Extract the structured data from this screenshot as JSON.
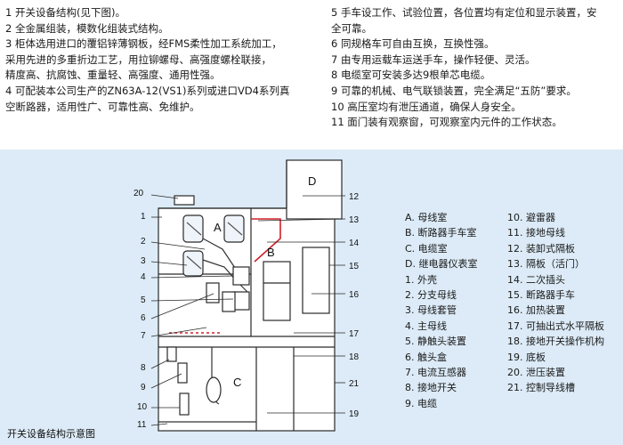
{
  "left_points": [
    "1 开关设备结构(见下图)。",
    "2 全金属组装，模数化组装式结构。",
    "3 柜体选用进口的覆铝锌薄钢板，经FMS柔性加工系统加工，",
    "采用先进的多重折边工艺，用拉铆螺母、高强度螺栓联接，",
    "精度高、抗腐蚀、重量轻、高强度、通用性强。",
    "4 可配装本公司生产的ZN63A-12(VS1)系列或进口VD4系列真",
    "空断路器，适用性广、可靠性高、免维护。"
  ],
  "right_points": [
    "5 手车设工作、试验位置，各位置均有定位和显示装置，安",
    "全可靠。",
    "6 同规格车可自由互换，互换性强。",
    "7 由专用运载车运送手车，操作轻便、灵活。",
    "8 电缆室可安装多达9根单芯电缆。",
    "9 可靠的机械、电气联锁装置，完全满足“五防”要求。",
    "10 高压室均有泄压通道，确保人身安全。",
    "11 面门装有观察窗，可观察室内元件的工作状态。"
  ],
  "legend": [
    [
      "A. 母线室",
      "10. 避雷器"
    ],
    [
      "B. 断路器手车室",
      "11. 接地母线"
    ],
    [
      "C. 电缆室",
      "12. 装卸式隔板"
    ],
    [
      "D. 继电器仪表室",
      "13. 隔板（活门）"
    ],
    [
      "1. 外壳",
      "14. 二次插头"
    ],
    [
      "2. 分支母线",
      "15. 断路器手车"
    ],
    [
      "3. 母线套管",
      "16. 加热装置"
    ],
    [
      "4. 主母线",
      "17. 可抽出式水平隔板"
    ],
    [
      "5. 静触头装置",
      "18. 接地开关操作机构"
    ],
    [
      "6. 触头盒",
      "19. 底板"
    ],
    [
      "7. 电流互感器",
      "20. 泄压装置"
    ],
    [
      "8. 接地开关",
      "21. 控制导线槽"
    ],
    [
      "9. 电缆",
      ""
    ]
  ],
  "diagram": {
    "compartments": {
      "A": "A",
      "B": "B",
      "C": "C",
      "D": "D"
    },
    "left_numbers": [
      "20",
      "1",
      "2",
      "3",
      "4",
      "5",
      "6",
      "7",
      "8",
      "9",
      "10",
      "11"
    ],
    "right_numbers": [
      "12",
      "13",
      "14",
      "15",
      "16",
      "17",
      "18",
      "21",
      "19"
    ]
  },
  "caption": "开关设备结构示意图",
  "colors": {
    "panel_bg": "#dcebf7",
    "stroke": "#2a2a2a",
    "red": "#d0202a"
  }
}
